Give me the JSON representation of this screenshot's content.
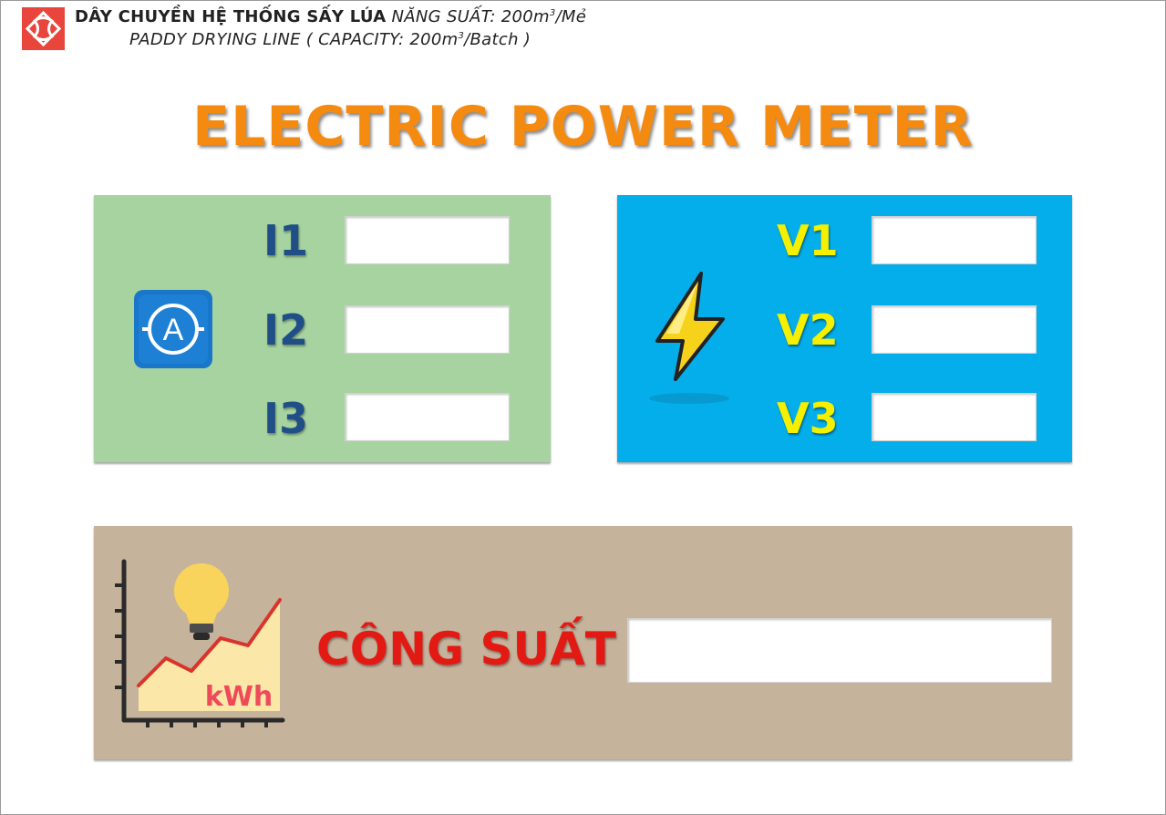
{
  "header": {
    "line1_bold": "DÂY CHUYỀN HỆ THỐNG SẤY LÚA",
    "line1_italic_prefix": "NĂNG SUẤT: 200m",
    "line1_sup": "3",
    "line1_italic_suffix": "/Mẻ",
    "line2_prefix": "PADDY DRYING LINE ( CAPACITY: 200m",
    "line2_sup": "3",
    "line2_suffix": "/Batch )"
  },
  "title": "ELECTRIC POWER METER",
  "current_panel": {
    "labels": [
      "I1",
      "I2",
      "I3"
    ],
    "values": [
      "",
      "",
      ""
    ],
    "icon": "ammeter-icon",
    "color": "#a6d39f"
  },
  "voltage_panel": {
    "labels": [
      "V1",
      "V2",
      "V3"
    ],
    "values": [
      "",
      "",
      ""
    ],
    "icon": "lightning-bolt-icon",
    "color": "#04aeea"
  },
  "power_panel": {
    "label": "CÔNG SUẤT",
    "value": "",
    "icon": "kwh-chart-icon",
    "icon_text": "kWh",
    "color": "#c6b39c"
  },
  "colors": {
    "title": "#f58a10",
    "logo": "#e8453c",
    "power_label": "#e31a14"
  }
}
